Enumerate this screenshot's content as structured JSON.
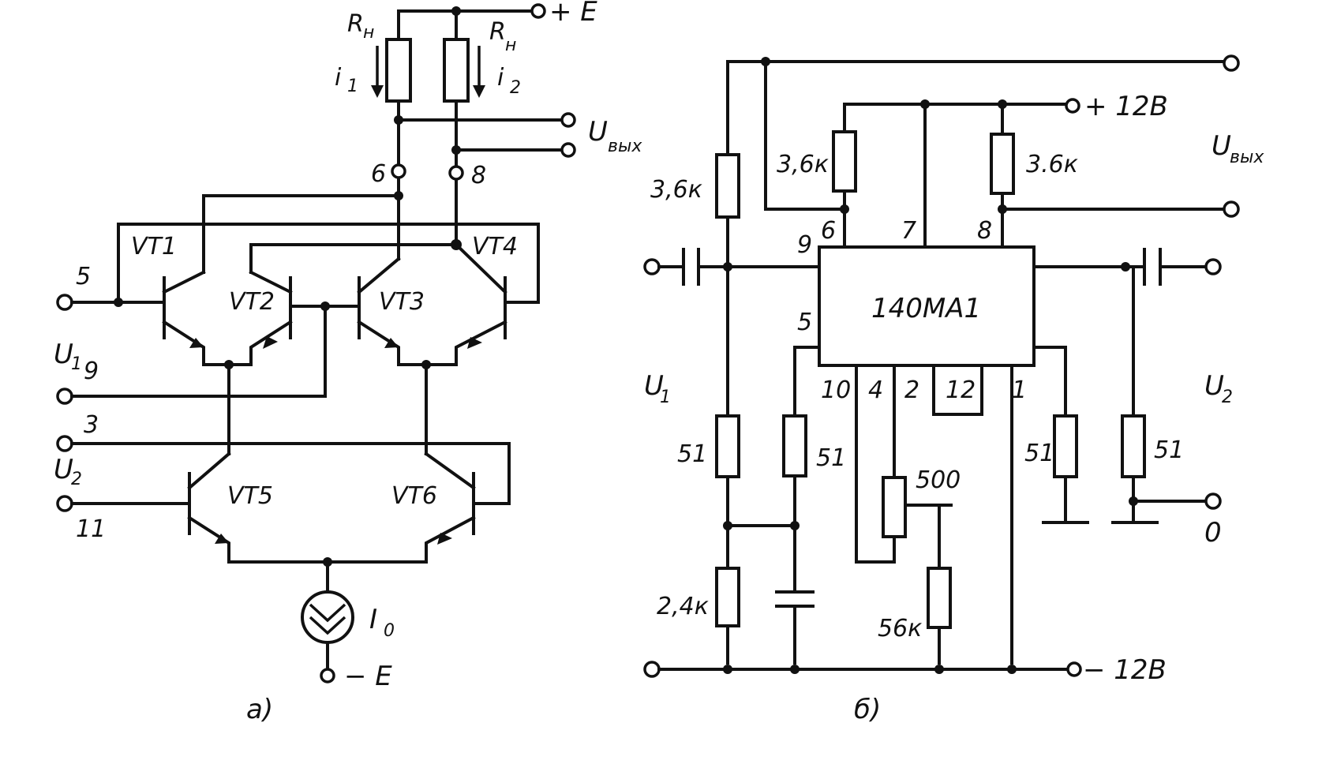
{
  "circuit_a": {
    "supply_pos": "+ E",
    "supply_neg": "− E",
    "load_resistor_left": "R",
    "load_resistor_left_sub": "н",
    "load_resistor_right": "R",
    "load_resistor_right_sub": "н",
    "current_left": "i",
    "current_left_sub": "1",
    "current_right": "i",
    "current_right_sub": "2",
    "output_label": "U",
    "output_label_sub": "вых",
    "pin_left_out": "6",
    "pin_right_out": "8",
    "pin_5": "5",
    "pin_9": "9",
    "pin_3": "3",
    "pin_11": "11",
    "input1_label": "U",
    "input1_sub": "1",
    "input2_label": "U",
    "input2_sub": "2",
    "transistors": [
      "VT1",
      "VT2",
      "VT3",
      "VT4",
      "VT5",
      "VT6"
    ],
    "current_source": "I",
    "current_source_sub": "0",
    "caption": "а)"
  },
  "circuit_b": {
    "chip_label": "140МА1",
    "supply_pos": "+ 12В",
    "supply_neg": "− 12В",
    "output_label": "U",
    "output_label_sub": "вых",
    "input1_label": "U",
    "input1_sub": "1",
    "input2_label": "U",
    "input2_sub": "2",
    "ground_label": "0",
    "pins": {
      "p9": "9",
      "p6": "6",
      "p7": "7",
      "p8": "8",
      "p5": "5",
      "p10": "10",
      "p4": "4",
      "p2": "2",
      "p12": "12",
      "p1": "1"
    },
    "resistors": {
      "r_left_top": "3,6к",
      "r_pin6": "3,6к",
      "r_pin8": "3.6к",
      "r_left_51": "51",
      "r_mid_51": "51",
      "r_right_51a": "51",
      "r_right_51b": "51",
      "r_pot": "500",
      "r_56k": "56к",
      "r_24k": "2,4к"
    },
    "caption": "б)"
  }
}
